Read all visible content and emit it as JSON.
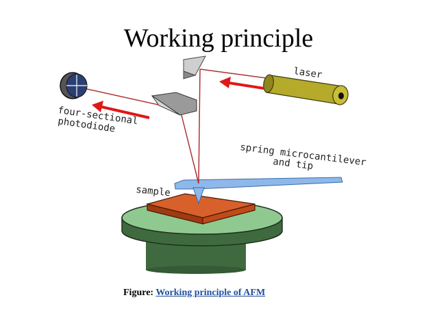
{
  "title": "Working principle",
  "labels": {
    "laser": "laser",
    "detector_line1": "four-sectional",
    "detector_line2": "photodiode",
    "cantilever_line1": "spring microcantilever",
    "cantilever_line2": "and tip",
    "sample": "sample"
  },
  "caption": {
    "prefix": "Figure:",
    "link_text": "Working principle of AFM"
  },
  "colors": {
    "laser_body": "#b5aa2a",
    "beam": "#b03030",
    "arrow": "#e01818",
    "sample": "#c8501c",
    "stage_top": "#8fc98f",
    "stage_base": "#3f6a3f",
    "cantilever": "#8fb8ea",
    "detector": "#2a3f73",
    "link": "#1f4e9c"
  }
}
